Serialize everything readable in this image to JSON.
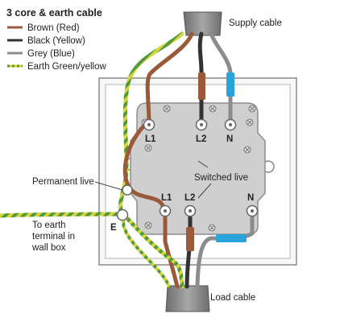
{
  "legend": {
    "title": "3 core & earth cable",
    "items": [
      {
        "label": "Brown (Red)",
        "color": "#9a5a3a",
        "pattern": "solid"
      },
      {
        "label": "Black (Yellow)",
        "color": "#333333",
        "pattern": "solid"
      },
      {
        "label": "Grey (Blue)",
        "color": "#8c8c8c",
        "pattern": "solid"
      },
      {
        "label": "Earth Green/yellow",
        "color": "#d7d43a",
        "color2": "#4f9a3c",
        "pattern": "striped"
      }
    ]
  },
  "labels": {
    "supply_cable": "Supply cable",
    "load_cable": "Load cable",
    "permanent_live": "Permanent live",
    "switched_live": "Switched live",
    "to_earth_line1": "To earth",
    "to_earth_line2": "terminal in",
    "to_earth_line3": "wall box"
  },
  "terminals": {
    "top_l1": "L1",
    "top_l2": "L2",
    "top_n": "N",
    "bottom_l1": "L1",
    "bottom_l2": "L2",
    "bottom_n": "N",
    "earth": "E"
  },
  "colors": {
    "brown": "#9a5a3a",
    "black": "#333333",
    "grey": "#8c8c8c",
    "blue_sleeve": "#2aa3dc",
    "green": "#4f9a3c",
    "yellow": "#d7d43a",
    "switch_body": "#cfcfcf",
    "cable_sheath": "#8a8a8a"
  }
}
